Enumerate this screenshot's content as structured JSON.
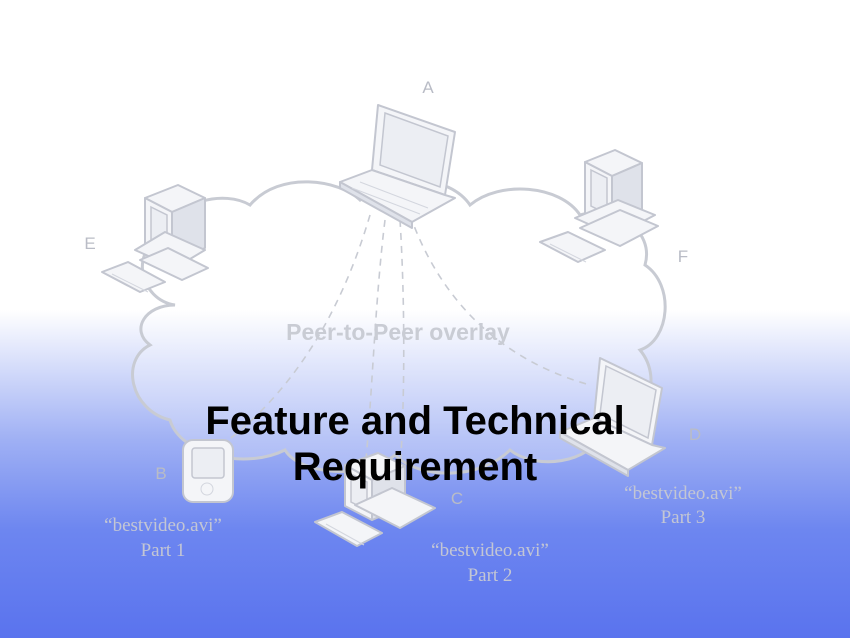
{
  "slide": {
    "title_line1": "Feature and Technical",
    "title_line2": "Requirement"
  },
  "diagram": {
    "overlay_label": "Peer-to-Peer overlay",
    "nodes": {
      "A": "A",
      "B": "B",
      "C": "C",
      "D": "D",
      "E": "E",
      "F": "F"
    },
    "files": [
      {
        "node": "B",
        "name": "“bestvideo.avi”",
        "part": "Part 1"
      },
      {
        "node": "C",
        "name": "“bestvideo.avi”",
        "part": "Part 2"
      },
      {
        "node": "D",
        "name": "“bestvideo.avi”",
        "part": "Part 3"
      }
    ]
  },
  "colors": {
    "background_top": "#ffffff",
    "background_bottom": "#5a73ee",
    "title": "#000000",
    "diagram_gray": "#c3c6d0"
  }
}
